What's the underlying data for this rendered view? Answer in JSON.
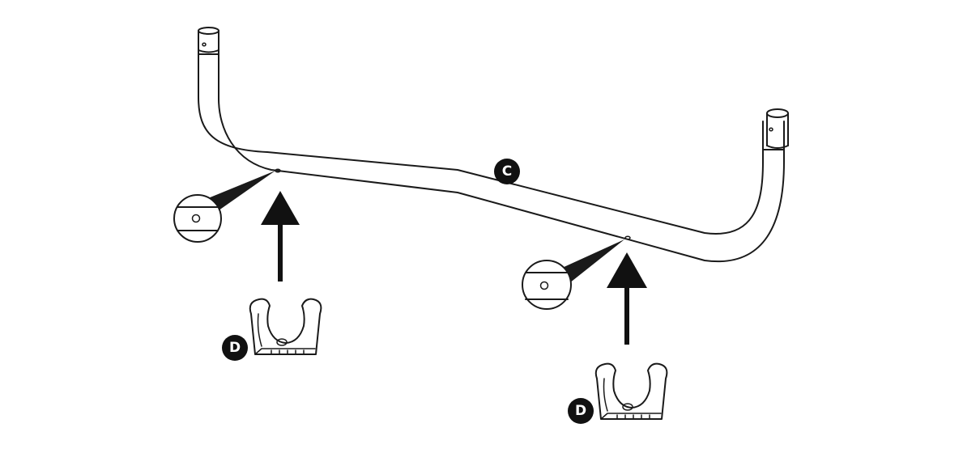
{
  "labels": {
    "tube": "C",
    "clip_left": "D",
    "clip_right": "D"
  },
  "colors": {
    "ink": "#1a1a1a",
    "badge": "#111111",
    "background": "#ffffff"
  }
}
